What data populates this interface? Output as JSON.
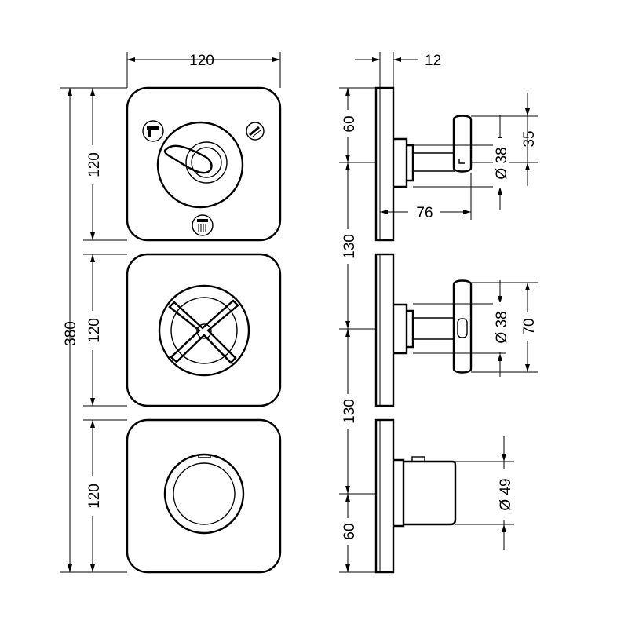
{
  "dimensions": {
    "front_width": "120",
    "plate_thickness": "12",
    "total_height": "380",
    "plate1_height": "120",
    "plate2_height": "120",
    "plate3_height": "120",
    "side_top_offset": "60",
    "side_spacing_1": "130",
    "side_spacing_2": "130",
    "side_bottom_offset": "60",
    "diverter_projection": "76",
    "diverter_handle_height": "35",
    "diverter_diameter": "Ø 38",
    "valve_diameter": "Ø 38",
    "valve_handle_height": "70",
    "thermostat_diameter": "Ø 49"
  },
  "symbols": [
    "bath-filler-icon",
    "hand-shower-icon",
    "overhead-shower-icon"
  ]
}
